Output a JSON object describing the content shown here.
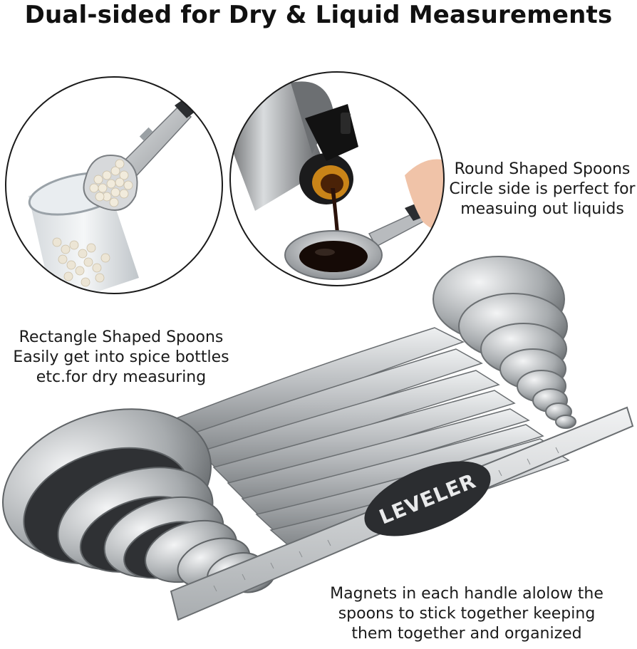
{
  "title": "Dual-sided for Dry & Liquid Measurements",
  "captions": {
    "round": [
      "Round Shaped Spoons",
      "Circle side is perfect for",
      "measuing out liquids"
    ],
    "rect": [
      "Rectangle Shaped Spoons",
      "Easily get into spice bottles",
      "etc.for dry measuring"
    ],
    "magnets": [
      "Magnets in each handle alolow the",
      "spoons to stick together keeping",
      "them together and organized"
    ]
  },
  "leveler_label": "LEVELER",
  "colors": {
    "steel": "#c9cbcd",
    "steel_dark": "#8d9093",
    "magnet_black": "#2b2d30",
    "liquid": "#2a120a",
    "amber": "#c98418"
  }
}
